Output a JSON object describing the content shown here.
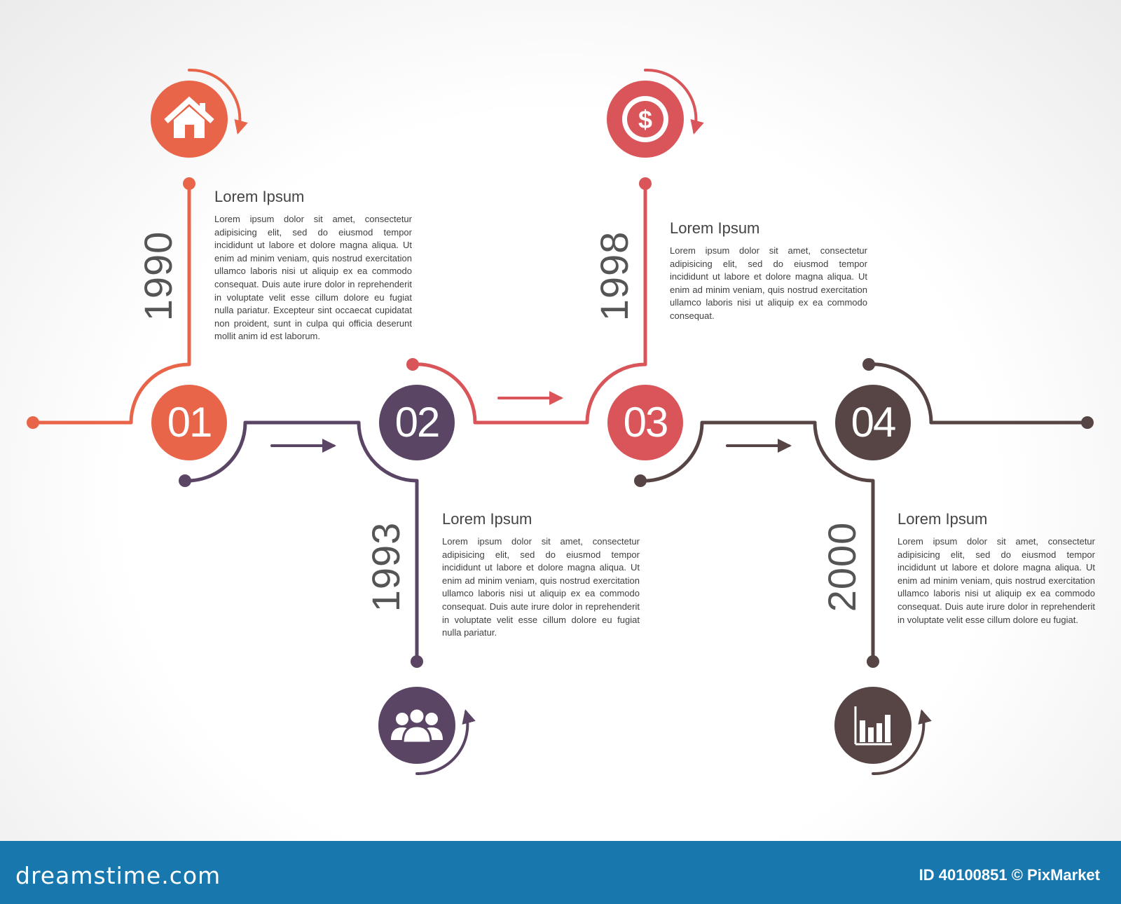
{
  "colors": {
    "orange": "#e8654a",
    "purple": "#5b4565",
    "red": "#d9555a",
    "brown": "#574545"
  },
  "steps": [
    {
      "number": "01",
      "year": "1990",
      "icon": "house-icon",
      "title": "Lorem Ipsum",
      "text": "Lorem ipsum dolor sit amet, consectetur adipisicing elit, sed do eiusmod tempor incididunt ut labore et dolore magna aliqua. Ut enim ad minim veniam, quis nostrud exercitation ullamco laboris nisi ut aliquip ex ea commodo consequat. Duis aute irure dolor in reprehenderit in voluptate velit esse cillum dolore eu fugiat nulla pariatur. Excepteur sint occaecat cupidatat non proident, sunt in culpa qui officia deserunt mollit anim id est laborum."
    },
    {
      "number": "02",
      "year": "1993",
      "icon": "people-icon",
      "title": "Lorem Ipsum",
      "text": "Lorem ipsum dolor sit amet, consectetur adipisicing elit, sed do eiusmod tempor incididunt ut labore et dolore magna aliqua. Ut enim ad minim veniam, quis nostrud exercitation ullamco laboris nisi ut aliquip ex ea commodo consequat. Duis aute irure dolor in reprehenderit in voluptate velit esse cillum dolore eu fugiat nulla pariatur."
    },
    {
      "number": "03",
      "year": "1998",
      "icon": "dollar-coin-icon",
      "title": "Lorem Ipsum",
      "text": "Lorem ipsum dolor sit amet, consectetur adipisicing elit, sed do eiusmod tempor incididunt ut labore et dolore magna aliqua. Ut enim ad minim veniam, quis nostrud exercitation ullamco laboris nisi ut aliquip ex ea commodo consequat."
    },
    {
      "number": "04",
      "year": "2000",
      "icon": "bar-chart-icon",
      "title": "Lorem Ipsum",
      "text": "Lorem ipsum dolor sit amet, consectetur adipisicing elit, sed do eiusmod tempor incididunt ut labore et dolore magna aliqua. Ut enim ad minim veniam, quis nostrud exercitation ullamco laboris nisi ut aliquip ex ea commodo consequat. Duis aute irure dolor in reprehenderit in voluptate velit esse cillum dolore eu fugiat."
    }
  ],
  "footer": {
    "brand": "dreamstime.com",
    "credit": "ID 40100851 © PixMarket"
  }
}
